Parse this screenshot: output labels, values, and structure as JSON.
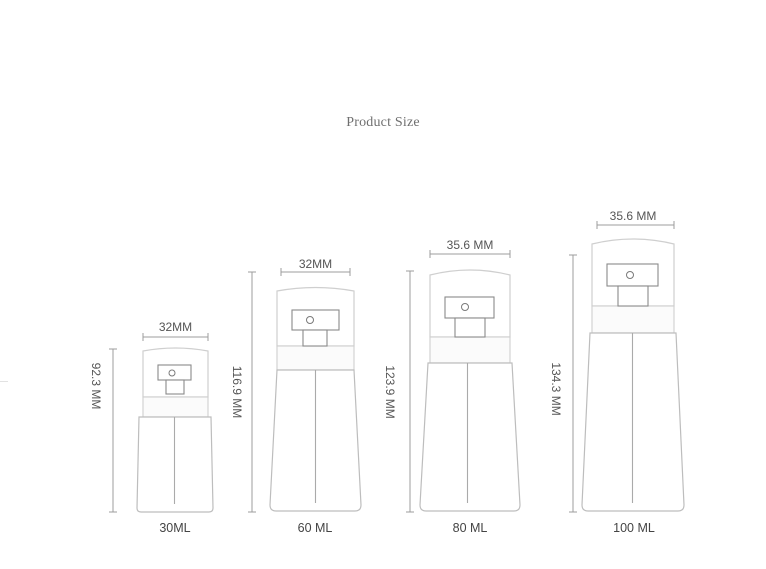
{
  "title": "Product Size",
  "bottles": [
    {
      "id": "30",
      "capacity": "30ML",
      "width": "32MM",
      "height": "92.3 MM"
    },
    {
      "id": "60",
      "capacity": "60 ML",
      "width": "32MM",
      "height": "116.9 MM"
    },
    {
      "id": "80",
      "capacity": "80 ML",
      "width": "35.6 MM",
      "height": "123.9 MM"
    },
    {
      "id": "100",
      "capacity": "100 ML",
      "width": "35.6 MM",
      "height": "134.3 MM"
    }
  ]
}
